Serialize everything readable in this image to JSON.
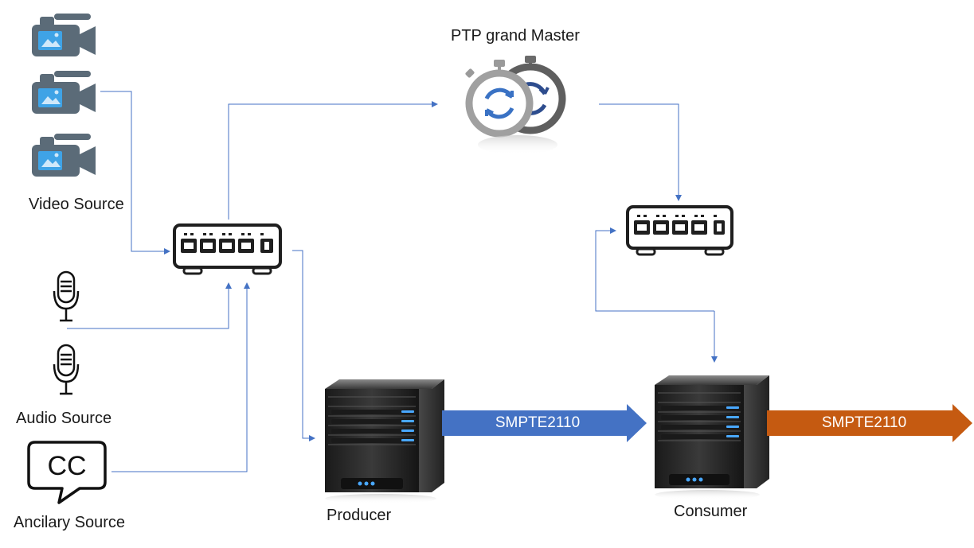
{
  "labels": {
    "video_source": "Video Source",
    "audio_source": "Audio Source",
    "ancillary_source": "Ancilary Source",
    "ptp_master": "PTP grand Master",
    "producer": "Producer",
    "consumer": "Consumer"
  },
  "arrows": {
    "producer_to_consumer": "SMPTE2110",
    "consumer_out": "SMPTE2110"
  },
  "colors": {
    "connector": "#4472c4",
    "arrow_blue": "#4472c4",
    "arrow_orange": "#c55a11",
    "camera": "#5b6b78",
    "camera_screen": "#3fa3e6",
    "switch_body": "#1f1f1f",
    "server_dark": "#2b2b2b",
    "server_led": "#49a8ff"
  },
  "icons": {
    "camera": "video-camera-icon",
    "microphone": "microphone-icon",
    "captions": "closed-captions-icon",
    "switch": "network-switch-icon",
    "clock": "stopwatch-sync-icon",
    "server": "server-tower-icon"
  }
}
